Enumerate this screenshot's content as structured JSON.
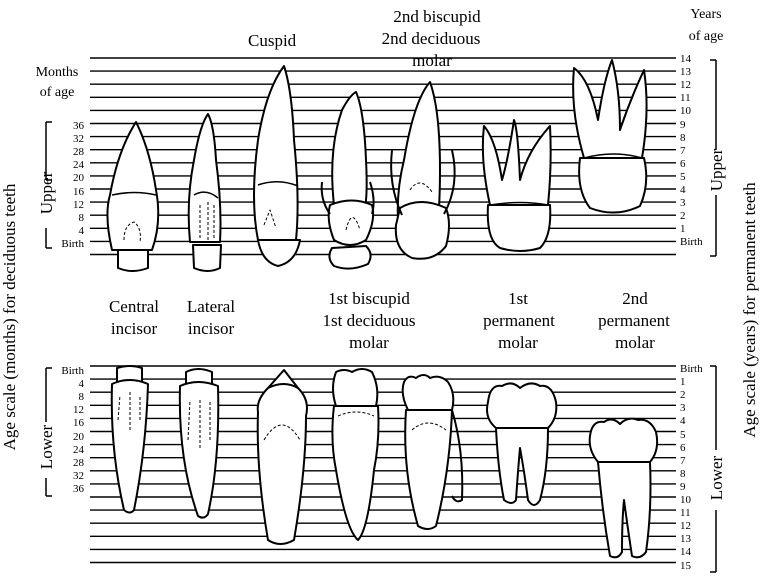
{
  "title_labels": {
    "cuspid": "Cuspid",
    "second_biscuspid_line1": "2nd biscupid",
    "second_biscuspid_line2": "2nd deciduous",
    "second_biscuspid_line3": "molar",
    "months_line1": "Months",
    "months_line2": "of age",
    "years_line1": "Years",
    "years_line2": "of age",
    "central_line1": "Central",
    "central_line2": "incisor",
    "lateral_line1": "Lateral",
    "lateral_line2": "incisor",
    "first_bicuspid_line1": "1st biscupid",
    "first_bicuspid_line2": "1st deciduous",
    "first_bicuspid_line3": "molar",
    "first_perm_line1": "1st",
    "first_perm_line2": "permanent",
    "first_perm_line3": "molar",
    "second_perm_line1": "2nd",
    "second_perm_line2": "permanent",
    "second_perm_line3": "molar"
  },
  "axis_titles": {
    "left": "Age scale (months) for deciduous teeth",
    "right": "Age scale (years) for permanent teeth",
    "upper_left": "Upper",
    "upper_right": "Upper",
    "lower_left": "Lower",
    "lower_right": "Lower"
  },
  "upper_month_ticks": [
    "36",
    "32",
    "28",
    "24",
    "20",
    "16",
    "12",
    "8",
    "4",
    "Birth"
  ],
  "upper_year_ticks": [
    "14",
    "13",
    "12",
    "11",
    "10",
    "9",
    "8",
    "7",
    "6",
    "5",
    "4",
    "3",
    "2",
    "1",
    "Birth"
  ],
  "lower_month_ticks": [
    "Birth",
    "4",
    "8",
    "12",
    "16",
    "20",
    "24",
    "28",
    "32",
    "36"
  ],
  "lower_year_ticks": [
    "Birth",
    "1",
    "2",
    "3",
    "4",
    "5",
    "6",
    "7",
    "8",
    "9",
    "10",
    "11",
    "12",
    "13",
    "14",
    "15"
  ],
  "colors": {
    "ink": "#000000",
    "paper": "#ffffff"
  },
  "icons": {
    "upper_teeth": [
      "upper-central-incisor-icon",
      "upper-lateral-incisor-icon",
      "upper-cuspid-icon",
      "upper-first-bicuspid-icon",
      "upper-second-bicuspid-icon",
      "upper-first-molar-icon",
      "upper-second-molar-icon"
    ],
    "lower_teeth": [
      "lower-central-incisor-icon",
      "lower-lateral-incisor-icon",
      "lower-cuspid-icon",
      "lower-first-bicuspid-icon",
      "lower-second-bicuspid-icon",
      "lower-first-molar-icon",
      "lower-second-molar-icon"
    ]
  }
}
